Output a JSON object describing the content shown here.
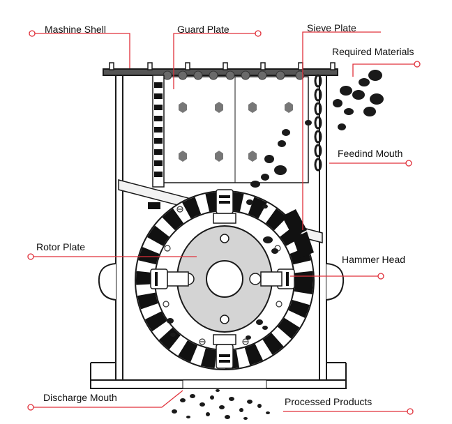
{
  "labels": {
    "machine_shell": "Mashine Shell",
    "guard_plate": "Guard Plate",
    "sieve_plate": "Sieve Plate",
    "required_materials": "Required Materials",
    "feeding_mouth": "Feedind Mouth",
    "rotor_plate": "Rotor Plate",
    "hammer_head": "Hammer Head",
    "discharge_mouth": "Discharge Mouth",
    "processed_products": "Processed Products"
  },
  "colors": {
    "leader_line": "#e0303a",
    "outline": "#1a1a1a",
    "shaded": "#d4d4d4",
    "dark": "#111111"
  }
}
